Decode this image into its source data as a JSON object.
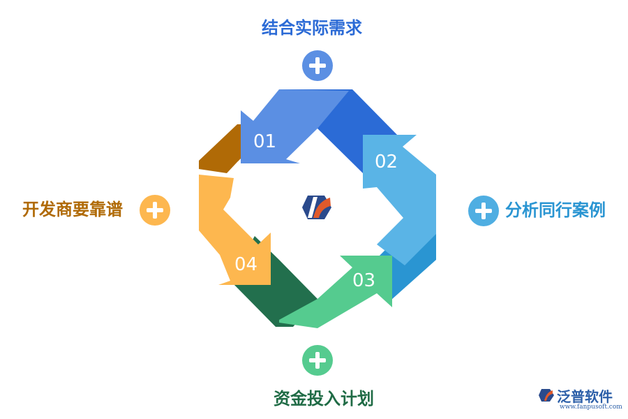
{
  "steps": [
    {
      "number": "01",
      "label": "结合实际需求",
      "color": "#5B8FE3",
      "dark": "#2B6BD6"
    },
    {
      "number": "02",
      "label": "分析同行案例",
      "color": "#5AB4E6",
      "dark": "#2A95D2"
    },
    {
      "number": "03",
      "label": "资金投入计划",
      "color": "#55CB8F",
      "dark": "#226F4D"
    },
    {
      "number": "04",
      "label": "开发商要靠谱",
      "color": "#FDB74F",
      "dark": "#B06A06"
    }
  ],
  "label_colors": {
    "top": "#2C6BD6",
    "right": "#2A95D2",
    "bottom": "#1F6B45",
    "left": "#B06A06"
  },
  "brand": {
    "name": "泛普软件",
    "url": "www.fanpusoft.com"
  }
}
